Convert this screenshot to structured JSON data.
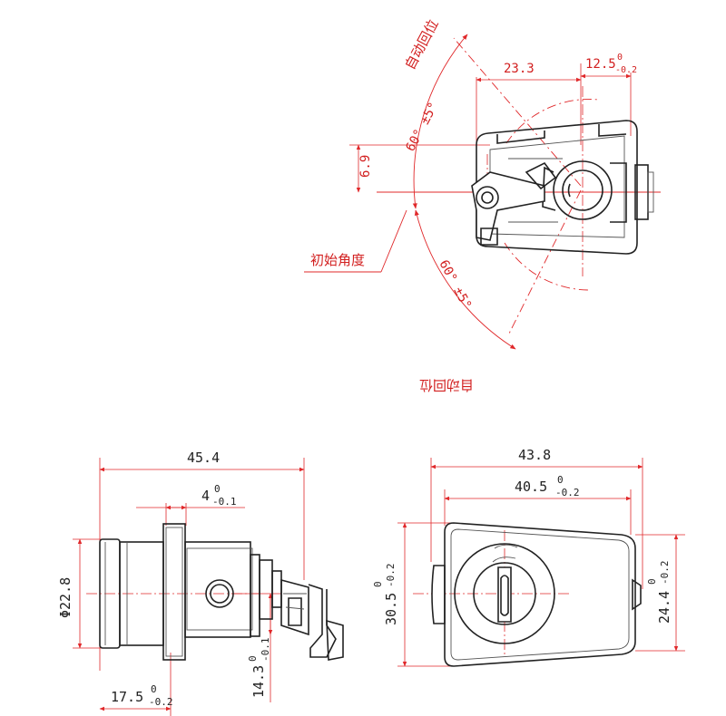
{
  "top_view": {
    "label_auto_return_top": "自动回位",
    "label_angle_top": "60° ±5°",
    "label_initial_angle": "初始角度",
    "label_angle_bottom": "60° ±5°",
    "label_auto_return_bottom": "自动回位",
    "dim_width": "23.3",
    "dim_offset": "12.5",
    "dim_offset_tol_upper": "0",
    "dim_offset_tol_lower": "-0.2",
    "dim_vertical": "6.9"
  },
  "side_view": {
    "dim_length": "45.4",
    "dim_flange": "4",
    "dim_flange_tol_upper": "0",
    "dim_flange_tol_lower": "-0.1",
    "dim_diameter": "Φ22.8",
    "dim_height": "14.3",
    "dim_height_tol_upper": "0",
    "dim_height_tol_lower": "-0.1",
    "dim_base": "17.5",
    "dim_base_tol_upper": "0",
    "dim_base_tol_lower": "-0.2"
  },
  "front_view": {
    "dim_width_outer": "43.8",
    "dim_width_inner": "40.5",
    "dim_width_inner_tol_upper": "0",
    "dim_width_inner_tol_lower": "-0.2",
    "dim_height_left": "30.5",
    "dim_height_left_tol_upper": "0",
    "dim_height_left_tol_lower": "-0.2",
    "dim_height_right": "24.4",
    "dim_height_right_tol_upper": "0",
    "dim_height_right_tol_lower": "-0.2"
  }
}
